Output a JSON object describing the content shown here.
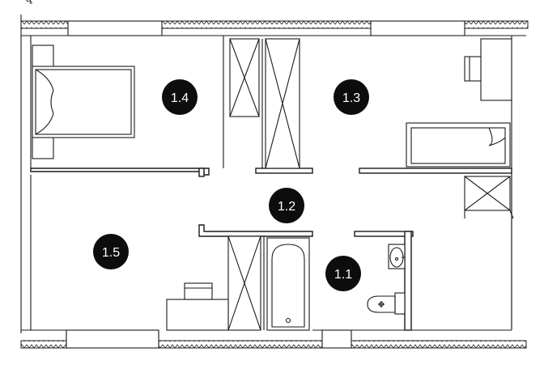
{
  "plan": {
    "corner_text": "ą̧",
    "rooms": [
      {
        "id": "1.1",
        "label": "1.1"
      },
      {
        "id": "1.2",
        "label": "1.2"
      },
      {
        "id": "1.3",
        "label": "1.3"
      },
      {
        "id": "1.4",
        "label": "1.4"
      },
      {
        "id": "1.5",
        "label": "1.5"
      }
    ],
    "colors": {
      "ink": "#1a1a1a",
      "badge": "#0d0d0d",
      "paper": "#ffffff"
    }
  }
}
